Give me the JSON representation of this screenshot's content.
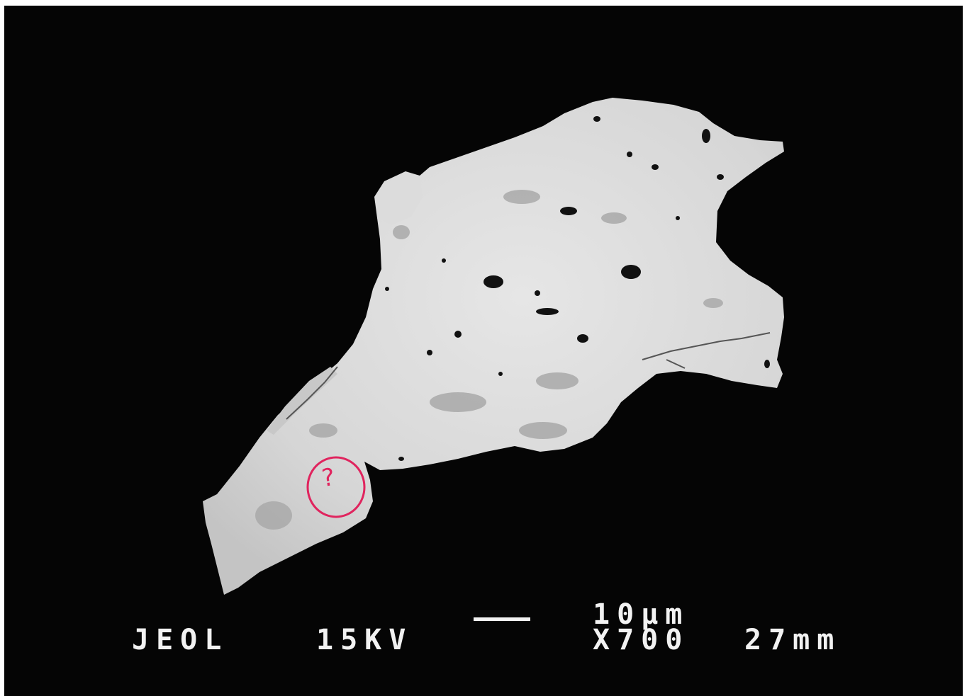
{
  "micrograph": {
    "instrument": "JEOL",
    "accelerating_voltage": "15KV",
    "scale_bar_label": "10μm",
    "magnification": "X700",
    "working_distance": "27mm"
  },
  "annotation": {
    "mark": "?",
    "color": "#e0245e"
  },
  "colors": {
    "background": "#050505",
    "particle": "#d9d9d9",
    "databar_text": "#f2f2f2"
  }
}
